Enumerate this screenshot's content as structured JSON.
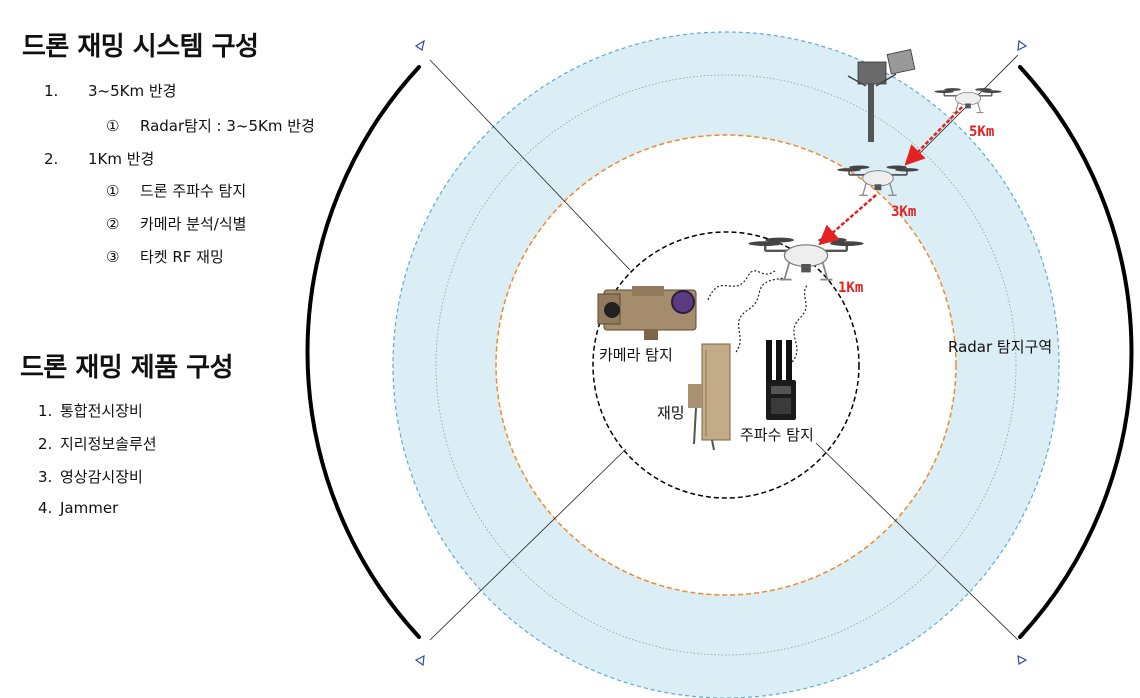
{
  "system": {
    "title": "드론 재밍 시스템 구성",
    "items": [
      {
        "num": "1.",
        "label": "3~5Km 반경",
        "subs": [
          {
            "num": "①",
            "label": "Radar탐지 : 3~5Km 반경"
          }
        ]
      },
      {
        "num": "2.",
        "label": "1Km 반경",
        "subs": [
          {
            "num": "①",
            "label": "드론 주파수 탐지"
          },
          {
            "num": "②",
            "label": "카메라 분석/식별"
          },
          {
            "num": "③",
            "label": "타켓 RF 재밍"
          }
        ]
      }
    ]
  },
  "product": {
    "title": "드론 재밍 제품 구성",
    "items": [
      {
        "num": "1.",
        "label": "통합전시장비"
      },
      {
        "num": "2.",
        "label": "지리정보솔루션"
      },
      {
        "num": "3.",
        "label": "영상감시장비"
      },
      {
        "num": "4.",
        "label": "Jammer"
      }
    ]
  },
  "diagram": {
    "radar_zone_label": "Radar 탐지구역",
    "camera_label": "카메라 탐지",
    "jamming_label": "재밍",
    "frequency_label": "주파수 탐지",
    "distances": {
      "d5": "5Km",
      "d3": "3Km",
      "d1": "1Km"
    },
    "colors": {
      "radar_zone_fill": "#dbeef5",
      "radar_zone_border": "#5aaed0",
      "middle_ring": "#f08a2c",
      "inner_ring": "#000000",
      "approach_path": "#e52222"
    }
  }
}
